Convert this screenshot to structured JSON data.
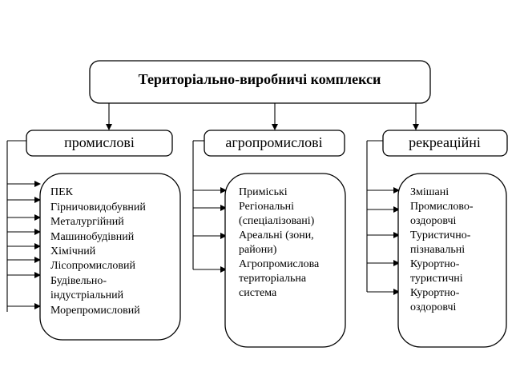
{
  "diagram": {
    "title": "Територіально-виробничі комплекси",
    "categories": [
      {
        "label": "промислові",
        "items": [
          "ПЕК",
          "Гірничовидобувний",
          "Металургійний",
          "Машинобудівний",
          "Хімічний",
          "Лісопромисловий",
          "Будівельно-",
          "індустріальний",
          "Морепромисловий"
        ]
      },
      {
        "label": "агропромислові",
        "items": [
          "Приміські",
          "Регіональні",
          "(спеціалізовані)",
          "Ареальні (зони,",
          "райони)",
          "Агропромислова",
          "територіальна",
          "система"
        ]
      },
      {
        "label": "рекреаційні",
        "items": [
          "Змішані",
          "Промислово-",
          "оздоровчі",
          "Туристично-",
          "пізнавальні",
          "Курортно-",
          "туристичні",
          "Курортно-",
          "оздоровчі"
        ]
      }
    ]
  }
}
